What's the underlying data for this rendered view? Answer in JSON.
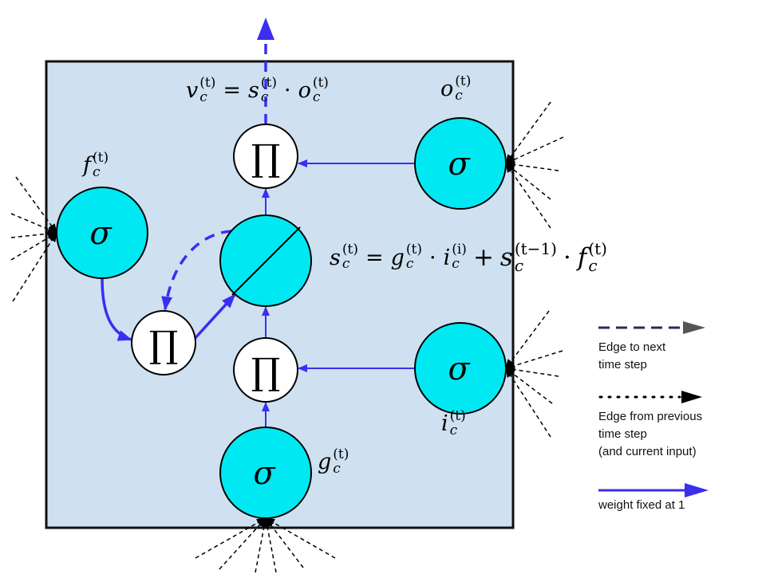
{
  "symbols": {
    "gate": "σ",
    "product": "∏"
  },
  "gate_labels": {
    "output": {
      "base": "o",
      "sub": "c",
      "sup": "(t)"
    },
    "forget": {
      "base": "f",
      "sub": "c",
      "sup": "(t)"
    },
    "input": {
      "base": "i",
      "sub": "c",
      "sup": "(t)"
    },
    "input_node": {
      "base": "g",
      "sub": "c",
      "sup": "(t)"
    }
  },
  "output_equation": {
    "lhs": {
      "base": "v",
      "sub": "c",
      "sup": "(t)"
    },
    "equals": "=",
    "t1": {
      "base": "s",
      "sub": "c",
      "sup": "(t)"
    },
    "dot": "·",
    "t2": {
      "base": "o",
      "sub": "c",
      "sup": "(t)"
    }
  },
  "state_equation": {
    "lhs": {
      "base": "s",
      "sub": "c",
      "sup": "(t)"
    },
    "equals": "=",
    "t1": {
      "base": "g",
      "sub": "c",
      "sup": "(t)"
    },
    "dot1": "·",
    "t2": {
      "base": "i",
      "sub": "c",
      "sup": "(i)"
    },
    "plus": "+",
    "t3": {
      "base": "s",
      "sub": "c",
      "sup": "(t−1)"
    },
    "dot2": "·",
    "t4": {
      "base": "f",
      "sub": "c",
      "sup": "(t)"
    }
  },
  "legend": {
    "items": [
      {
        "icon": "dashed-arrow",
        "lines": [
          "Edge to next",
          "time step"
        ]
      },
      {
        "icon": "dotted-arrow",
        "lines": [
          "Edge from previous",
          "time step",
          "(and current input)"
        ]
      },
      {
        "icon": "solid-blue-arrow",
        "lines": [
          "weight fixed at 1"
        ]
      }
    ]
  },
  "colors": {
    "cell_background": "#cfe0f1",
    "gate_fill": "#00e9f2",
    "product_fill": "#ffffff",
    "weight_arrow": "#3b2ef0",
    "outline": "#111111"
  }
}
